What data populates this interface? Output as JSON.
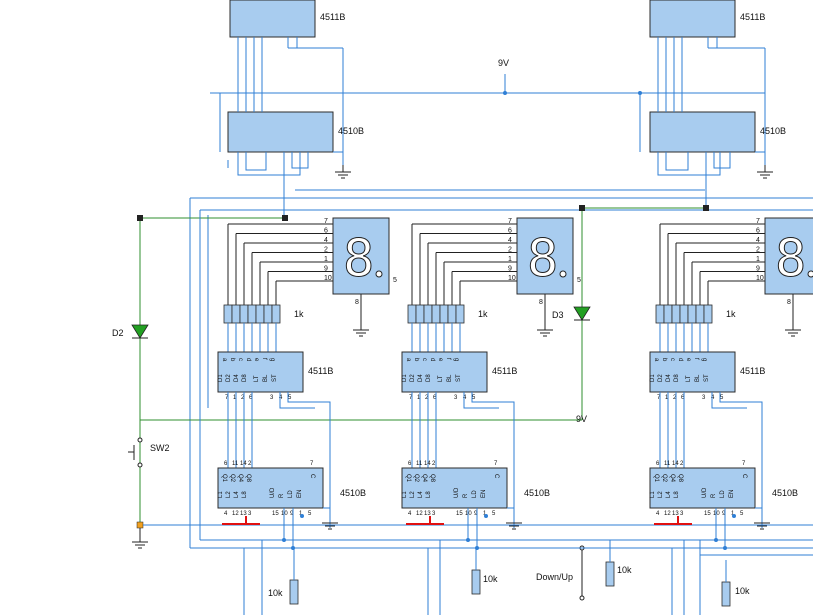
{
  "supply_labels": [
    "9V",
    "9V"
  ],
  "decoder_label": "4511B",
  "counter_label": "4510B",
  "resistor_label_small": "1k",
  "resistor_label_large": [
    "10k",
    "10k",
    "10k",
    "10k"
  ],
  "diodes": [
    "D2",
    "D3"
  ],
  "switch_label": "SW2",
  "toggle_label": "Down/Up",
  "display_pins": [
    "7",
    "6",
    "4",
    "2",
    "1",
    "9",
    "10"
  ],
  "display_pin_right": "5",
  "display_pin_bottom": "8",
  "decoder_top_pins": [
    "a",
    "b",
    "c",
    "d",
    "e",
    "f",
    "g"
  ],
  "decoder_bottom_pins": [
    "D1",
    "D2",
    "D4",
    "D8",
    "LT",
    "BL",
    "ST"
  ],
  "decoder_pin_numbers": [
    "7",
    "1",
    "2",
    "6",
    "3",
    "4",
    "5"
  ],
  "counter_top_pins": [
    "Q1",
    "Q2",
    "Q4",
    "Q8",
    "C"
  ],
  "counter_top_numbers": [
    "6",
    "11",
    "14",
    "2",
    "7"
  ],
  "counter_bottom_pins": [
    "L1",
    "L2",
    "L4",
    "L8",
    "U/D",
    "R",
    "LD",
    "EN"
  ],
  "counter_bottom_numbers": [
    "4",
    "12",
    "13",
    "3",
    "15",
    "10",
    "9",
    "1",
    "5"
  ],
  "colors": {
    "chip": "#a8ccef",
    "wire_blue": "#2f7fd6",
    "wire_green": "#2f8f2f",
    "marker_red": "#e01010",
    "node_orange": "#f0a020"
  }
}
